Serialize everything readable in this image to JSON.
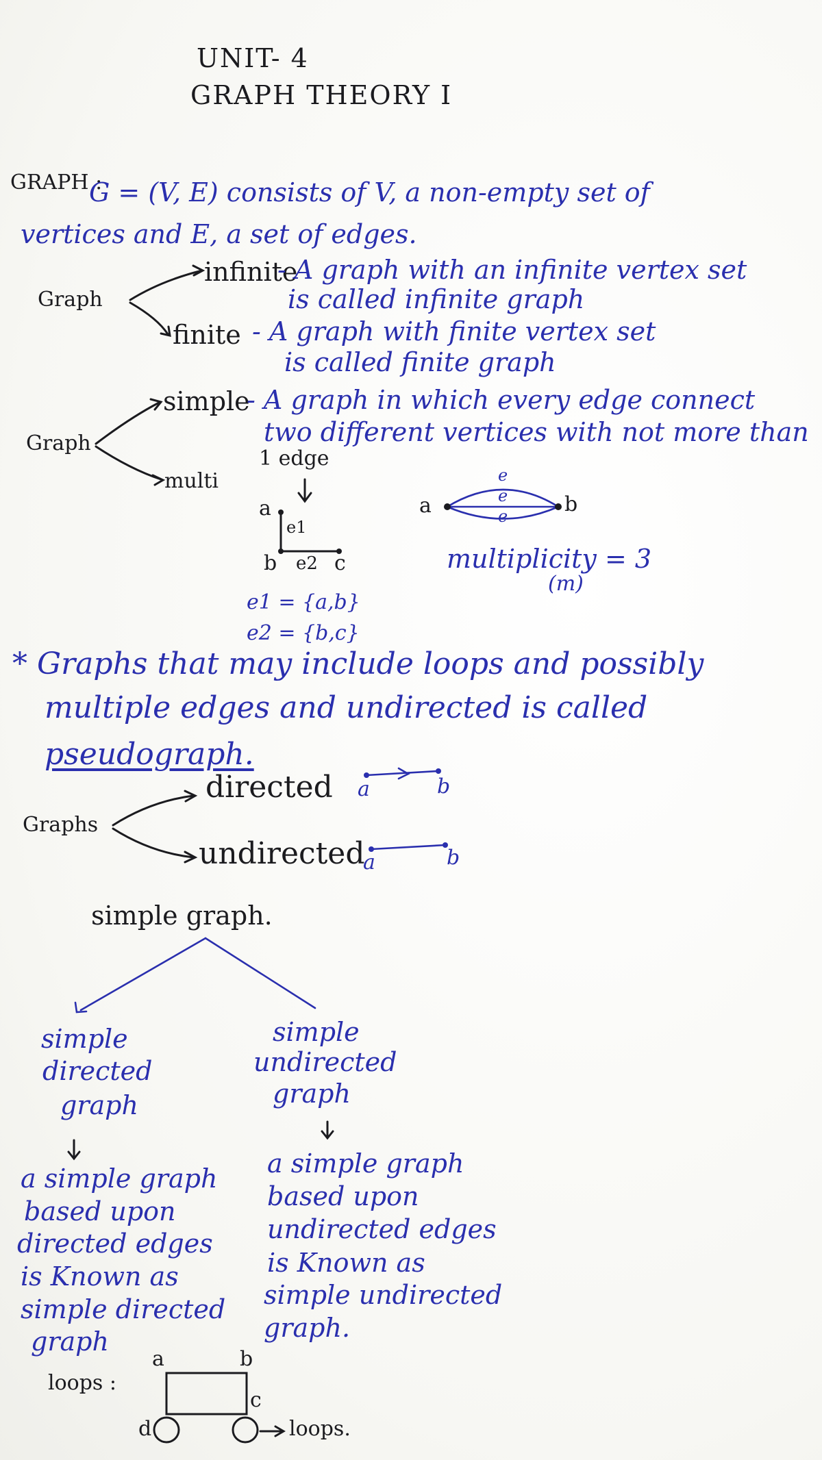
{
  "header": {
    "unit": "UNIT- 4",
    "title": "GRAPH THEORY I"
  },
  "graph_def": {
    "heading": "GRAPH :",
    "line1": "G = (V, E) consists  of V,  a   non-empty   set  of",
    "line2": "vertices  and   E,   a   set  of   edges."
  },
  "tree1": {
    "root": "Graph",
    "branch1": "infinite",
    "desc1_line1": "- A  graph  with  an  infinite  vertex  set",
    "desc1_line2": "is   called   infinite  graph",
    "branch2": "finite",
    "desc2_line1": "-  A   graph   with  finite  vertex  set",
    "desc2_line2": "is   called    finite   graph"
  },
  "tree2": {
    "root": "Graph",
    "branch1": "simple",
    "desc1_line1": "- A  graph  in  which  every  edge  connect",
    "desc1_line2": "two  different   vertices   with   not  more  than",
    "desc1_line3": "1  edge",
    "branch2": "multi"
  },
  "simple_example": {
    "a": "a",
    "b": "b",
    "c": "c",
    "e1": "e1",
    "e2": "e2",
    "set1": "e1 = {a,b}",
    "set2": "e2 = {b,c}"
  },
  "multi_example": {
    "a": "a",
    "b": "b",
    "edge_labels": [
      "e",
      "e",
      "e"
    ],
    "multiplicity": "multiplicity = 3",
    "m": "(m)"
  },
  "pseudograph": {
    "line1": "* Graphs   that   may   include   loops  and  possibly",
    "line2": "multiple   edges  and   undirected    is    called",
    "line3": "pseudograph."
  },
  "tree3": {
    "root": "Graphs",
    "branch1": "directed",
    "branch2": "undirected",
    "d_a": "a",
    "d_b": "b",
    "u_a": "a",
    "u_b": "b"
  },
  "simple_tree": {
    "root": "simple  graph.",
    "left_title": [
      "simple",
      "directed",
      "graph"
    ],
    "right_title": [
      "simple",
      "undirected",
      "graph"
    ],
    "left_desc": [
      "a  simple graph",
      "based   upon",
      "directed  edges",
      "is  Known    as",
      "simple   directed",
      "graph"
    ],
    "right_desc": [
      "a  simple  graph",
      "based   upon",
      "undirected  edges",
      "is   Known    as",
      "simple    undirected",
      "graph."
    ]
  },
  "loops": {
    "label": "loops :",
    "a": "a",
    "b": "b",
    "c": "c",
    "d": "d",
    "arrow_label": "loops."
  }
}
